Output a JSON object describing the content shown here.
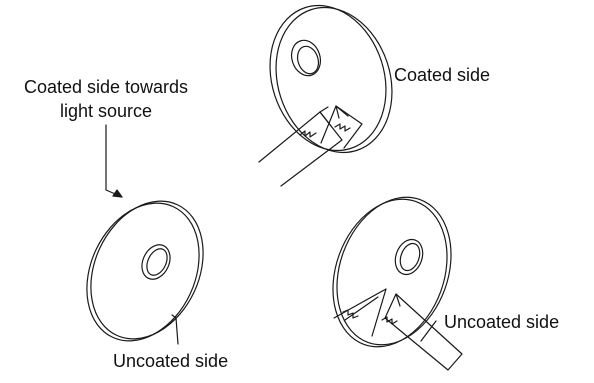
{
  "figure": {
    "labels": {
      "coated_towards_light_line1": "Coated side towards",
      "coated_towards_light_line2": "light source",
      "coated_side": "Coated side",
      "uncoated_side_right": "Uncoated side",
      "uncoated_side_bottom": "Uncoated side"
    },
    "colors": {
      "line": "#1a1a1a",
      "background": "#ffffff"
    }
  }
}
